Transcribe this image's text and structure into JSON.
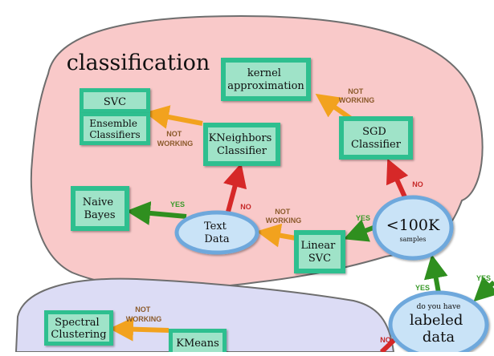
{
  "regions": {
    "classification_title": "classification"
  },
  "nodes": {
    "svc": "SVC",
    "ensemble": [
      "Ensemble",
      "Classifiers"
    ],
    "kernel_approx": [
      "kernel",
      "approximation"
    ],
    "kneighbors": [
      "KNeighbors",
      "Classifier"
    ],
    "sgd": [
      "SGD",
      "Classifier"
    ],
    "naive_bayes": [
      "Naive",
      "Bayes"
    ],
    "text_data": [
      "Text",
      "Data"
    ],
    "linear_svc": [
      "Linear",
      "SVC"
    ],
    "lt100k": "<100K",
    "lt100k_sub": "samples",
    "labeled_q": "do you have",
    "labeled_main": [
      "labeled",
      "data"
    ],
    "spectral": [
      "Spectral",
      "Clustering"
    ],
    "kmeans": "KMeans"
  },
  "edge_labels": {
    "not_working": [
      "NOT",
      "WORKING"
    ],
    "yes": "YES",
    "no": "NO"
  },
  "colors": {
    "classification_region": "#f9c9c9",
    "clustering_region": "#dcdcf5",
    "box_border": "#2fbf8f",
    "box_fill": "#9fe3c8",
    "ellipse_fill": "#c9e3f7",
    "ellipse_border": "#6ea8dc",
    "yes_arrow": "#2f8f1f",
    "no_arrow": "#d62828",
    "notworking_arrow": "#f2a21e",
    "label_brown": "#8b5a2b",
    "label_green": "#3a9a2a",
    "label_red": "#c62828"
  }
}
